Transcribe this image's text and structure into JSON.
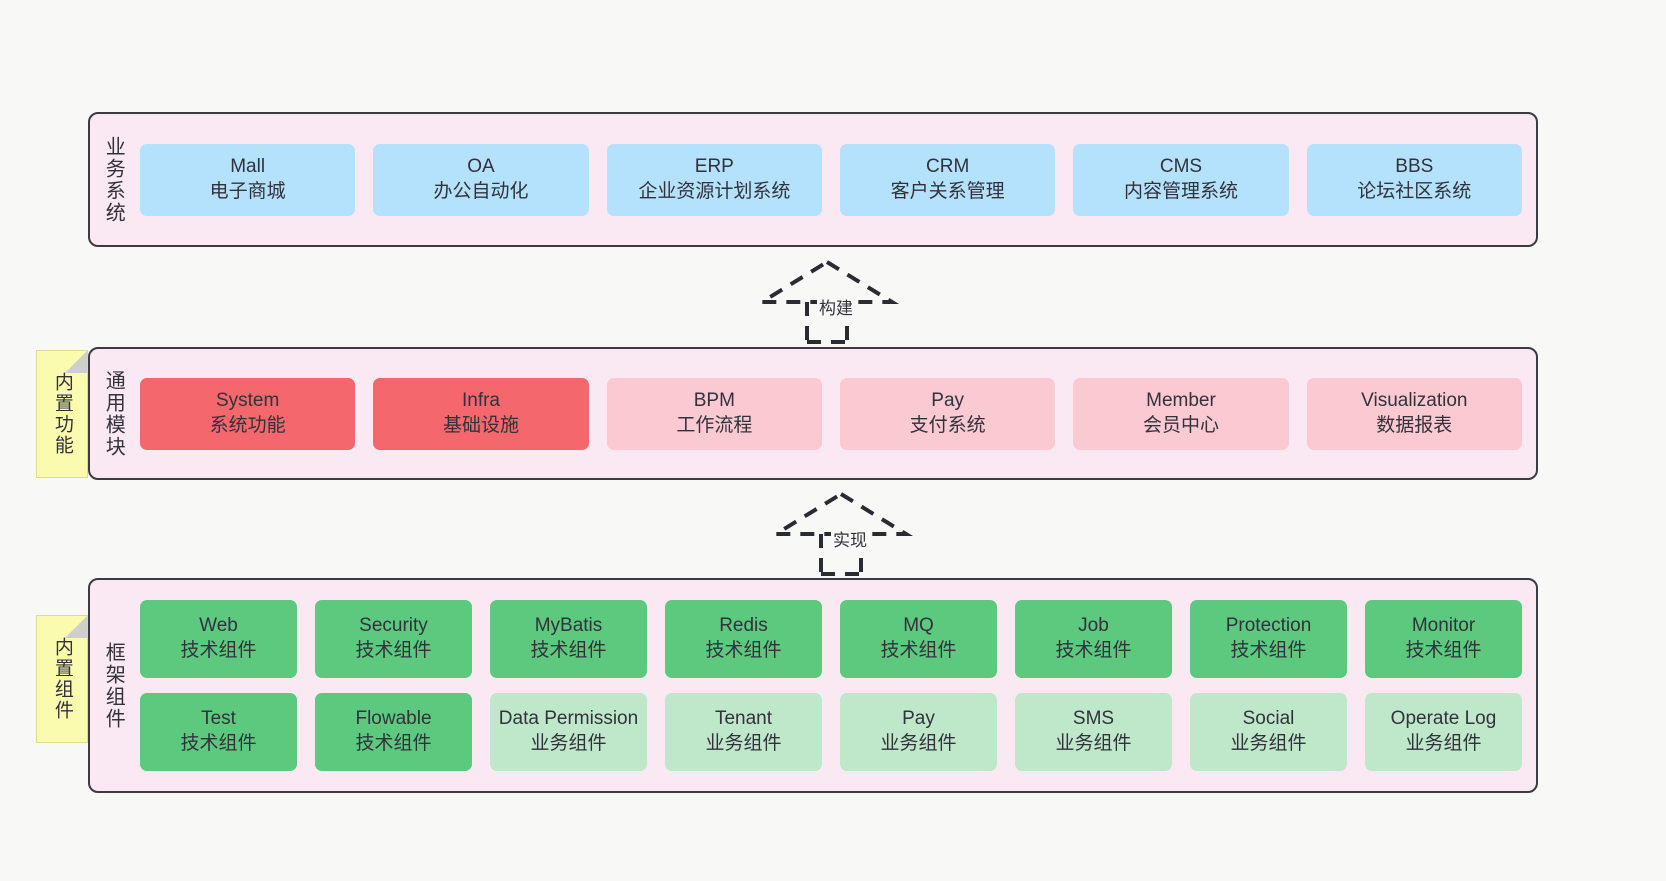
{
  "diagram": {
    "background_color": "#f8f8f7",
    "layers": [
      {
        "id": "business",
        "title": "业务系统",
        "panel_color": "#fae9f3",
        "rows": [
          {
            "cells": [
              {
                "en": "Mall",
                "cn": "电子商城",
                "color": "#b4e1fc"
              },
              {
                "en": "OA",
                "cn": "办公自动化",
                "color": "#b4e1fc"
              },
              {
                "en": "ERP",
                "cn": "企业资源计划系统",
                "color": "#b4e1fc"
              },
              {
                "en": "CRM",
                "cn": "客户关系管理",
                "color": "#b4e1fc"
              },
              {
                "en": "CMS",
                "cn": "内容管理系统",
                "color": "#b4e1fc"
              },
              {
                "en": "BBS",
                "cn": "论坛社区系统",
                "color": "#b4e1fc"
              }
            ]
          }
        ]
      },
      {
        "id": "modules",
        "title": "通用模块",
        "panel_color": "#fae9f3",
        "note": "内置功能",
        "rows": [
          {
            "cells": [
              {
                "en": "System",
                "cn": "系统功能",
                "color": "#f4676d"
              },
              {
                "en": "Infra",
                "cn": "基础设施",
                "color": "#f4676d"
              },
              {
                "en": "BPM",
                "cn": "工作流程",
                "color": "#fbc9d1"
              },
              {
                "en": "Pay",
                "cn": "支付系统",
                "color": "#fbc9d1"
              },
              {
                "en": "Member",
                "cn": "会员中心",
                "color": "#fbc9d1"
              },
              {
                "en": "Visualization",
                "cn": "数据报表",
                "color": "#fbc9d1"
              }
            ]
          }
        ]
      },
      {
        "id": "framework",
        "title": "框架组件",
        "panel_color": "#fae9f3",
        "note": "内置组件",
        "rows": [
          {
            "cells": [
              {
                "en": "Web",
                "cn": "技术组件",
                "color": "#5cc97f"
              },
              {
                "en": "Security",
                "cn": "技术组件",
                "color": "#5cc97f"
              },
              {
                "en": "MyBatis",
                "cn": "技术组件",
                "color": "#5cc97f"
              },
              {
                "en": "Redis",
                "cn": "技术组件",
                "color": "#5cc97f"
              },
              {
                "en": "MQ",
                "cn": "技术组件",
                "color": "#5cc97f"
              },
              {
                "en": "Job",
                "cn": "技术组件",
                "color": "#5cc97f"
              },
              {
                "en": "Protection",
                "cn": "技术组件",
                "color": "#5cc97f"
              },
              {
                "en": "Monitor",
                "cn": "技术组件",
                "color": "#5cc97f"
              }
            ]
          },
          {
            "cells": [
              {
                "en": "Test",
                "cn": "技术组件",
                "color": "#5cc97f"
              },
              {
                "en": "Flowable",
                "cn": "技术组件",
                "color": "#5cc97f"
              },
              {
                "en": "Data Permission",
                "cn": "业务组件",
                "color": "#bfe8ca"
              },
              {
                "en": "Tenant",
                "cn": "业务组件",
                "color": "#bfe8ca"
              },
              {
                "en": "Pay",
                "cn": "业务组件",
                "color": "#bfe8ca"
              },
              {
                "en": "SMS",
                "cn": "业务组件",
                "color": "#bfe8ca"
              },
              {
                "en": "Social",
                "cn": "业务组件",
                "color": "#bfe8ca"
              },
              {
                "en": "Operate Log",
                "cn": "业务组件",
                "color": "#bfe8ca"
              }
            ]
          }
        ]
      }
    ],
    "arrows": [
      {
        "id": "build",
        "label": "构建",
        "direction": "up",
        "style": "dashed-generalization"
      },
      {
        "id": "implement",
        "label": "实现",
        "direction": "up",
        "style": "dashed-generalization"
      }
    ]
  }
}
